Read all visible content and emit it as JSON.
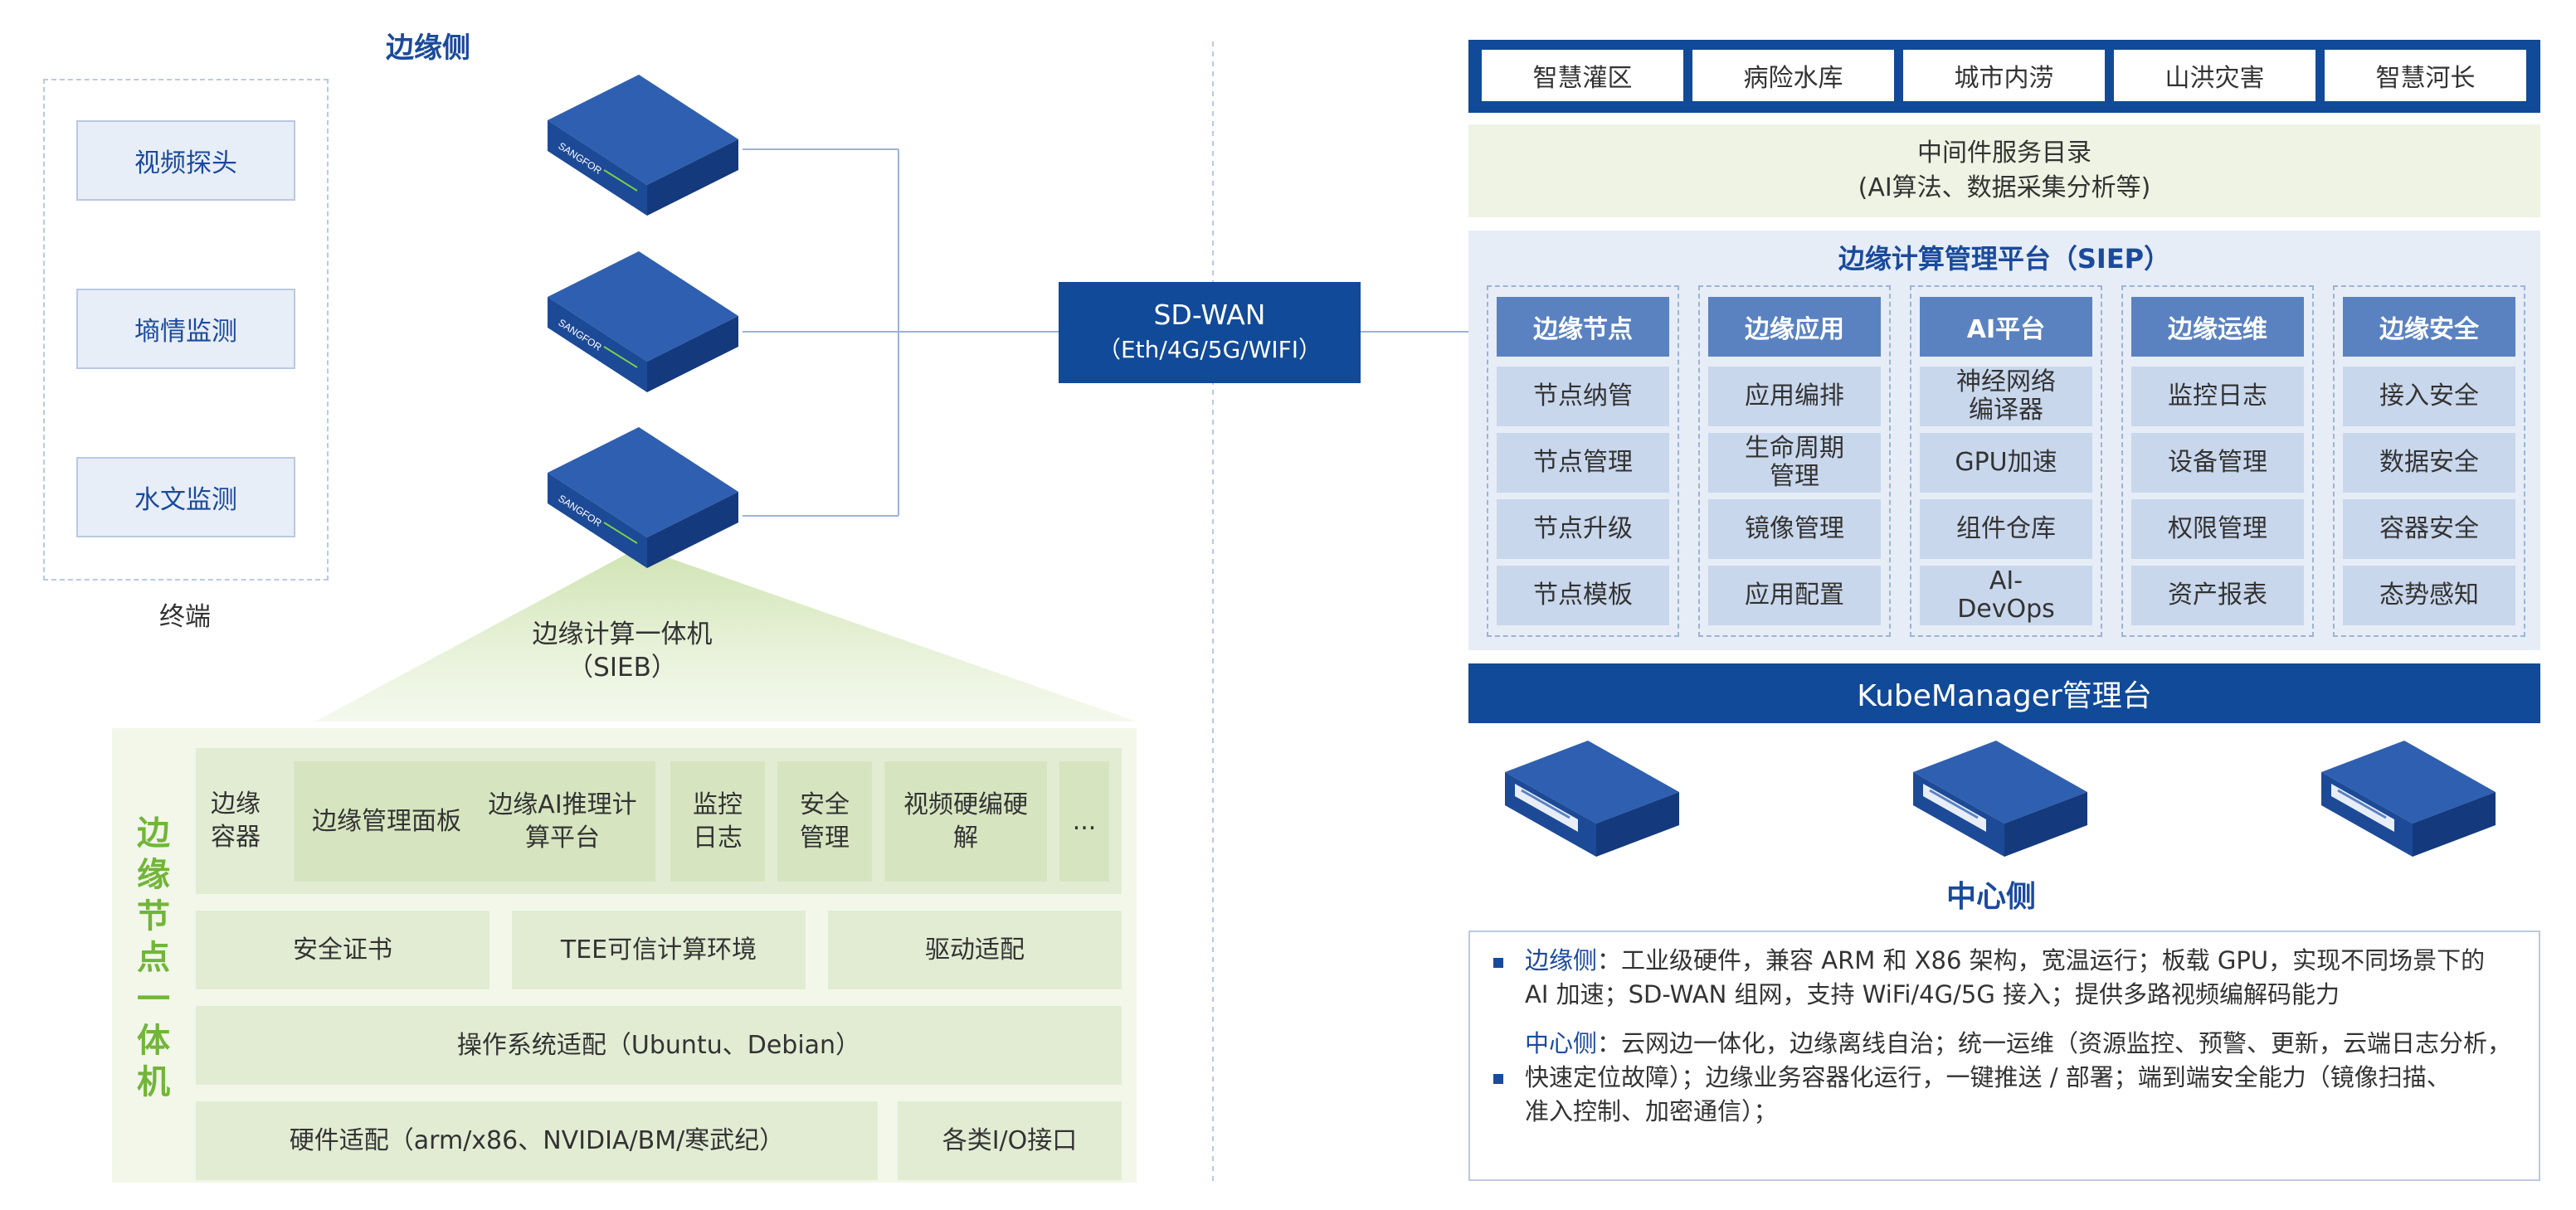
{
  "edge": {
    "title": "边缘侧",
    "terminals": [
      "视频探头",
      "墒情监测",
      "水文监测"
    ],
    "terminal_caption": "终端",
    "device_brand": "SANGFOR",
    "sieb_name": "边缘计算一体机",
    "sieb_abbr": "（SIEB）"
  },
  "sdwan": {
    "title": "SD-WAN",
    "subtitle": "（Eth/4G/5G/WIFI）"
  },
  "node": {
    "title_chars": [
      "边",
      "缘",
      "节",
      "点",
      "一",
      "体",
      "机"
    ],
    "container_label": "边缘容器",
    "apps": [
      "边缘管理面板",
      "边缘AI推理计算平台",
      "监控日志",
      "安全管理",
      "视频硬编硬解",
      "..."
    ],
    "security_row": [
      "安全证书",
      "TEE可信计算环境",
      "驱动适配"
    ],
    "os_row": "操作系统适配（Ubuntu、Debian）",
    "hw_row": [
      "硬件适配（arm/x86、NVIDIA/BM/寒武纪）",
      "各类I/O接口"
    ]
  },
  "center": {
    "scenarios": [
      "智慧灌区",
      "病险水库",
      "城市内涝",
      "山洪灾害",
      "智慧河长"
    ],
    "middleware_line1": "中间件服务目录",
    "middleware_line2": "(AI算法、数据采集分析等)",
    "siep_title": "边缘计算管理平台（SIEP）",
    "columns": [
      {
        "head": "边缘节点",
        "items": [
          "节点纳管",
          "节点管理",
          "节点升级",
          "节点模板"
        ]
      },
      {
        "head": "边缘应用",
        "items": [
          "应用编排",
          "生命周期管理",
          "镜像管理",
          "应用配置"
        ]
      },
      {
        "head": "AI平台",
        "items": [
          "神经网络编译器",
          "GPU加速",
          "组件仓库",
          "AI-DevOps"
        ]
      },
      {
        "head": "边缘运维",
        "items": [
          "监控日志",
          "设备管理",
          "权限管理",
          "资产报表"
        ]
      },
      {
        "head": "边缘安全",
        "items": [
          "接入安全",
          "数据安全",
          "容器安全",
          "态势感知"
        ]
      }
    ],
    "kube": "KubeManager管理台",
    "center_title": "中心侧"
  },
  "description": {
    "edge_label": "边缘侧",
    "edge_text_1": "：工业级硬件，兼容 ARM 和 X86 架构，宽温运行；板载 GPU，实现不同场景下的",
    "edge_text_2": "AI 加速；SD-WAN 组网，支持 WiFi/4G/5G 接入；提供多路视频编解码能力",
    "center_label": "中心侧",
    "center_text_1": "：云网边一体化，边缘离线自治；统一运维（资源监控、预警、更新，云端日志分析，",
    "center_text_2": "快速定位故障）；边缘业务容器化运行，一键推送 / 部署；端到端安全能力（镜像扫描、",
    "center_text_3": "准入控制、加密通信）；"
  },
  "colors": {
    "brand_blue": "#114a98",
    "mid_blue": "#5a82c1",
    "light_blue": "#c9d7ec",
    "edge_green": "#72b539",
    "light_green": "#e2ecd3"
  }
}
